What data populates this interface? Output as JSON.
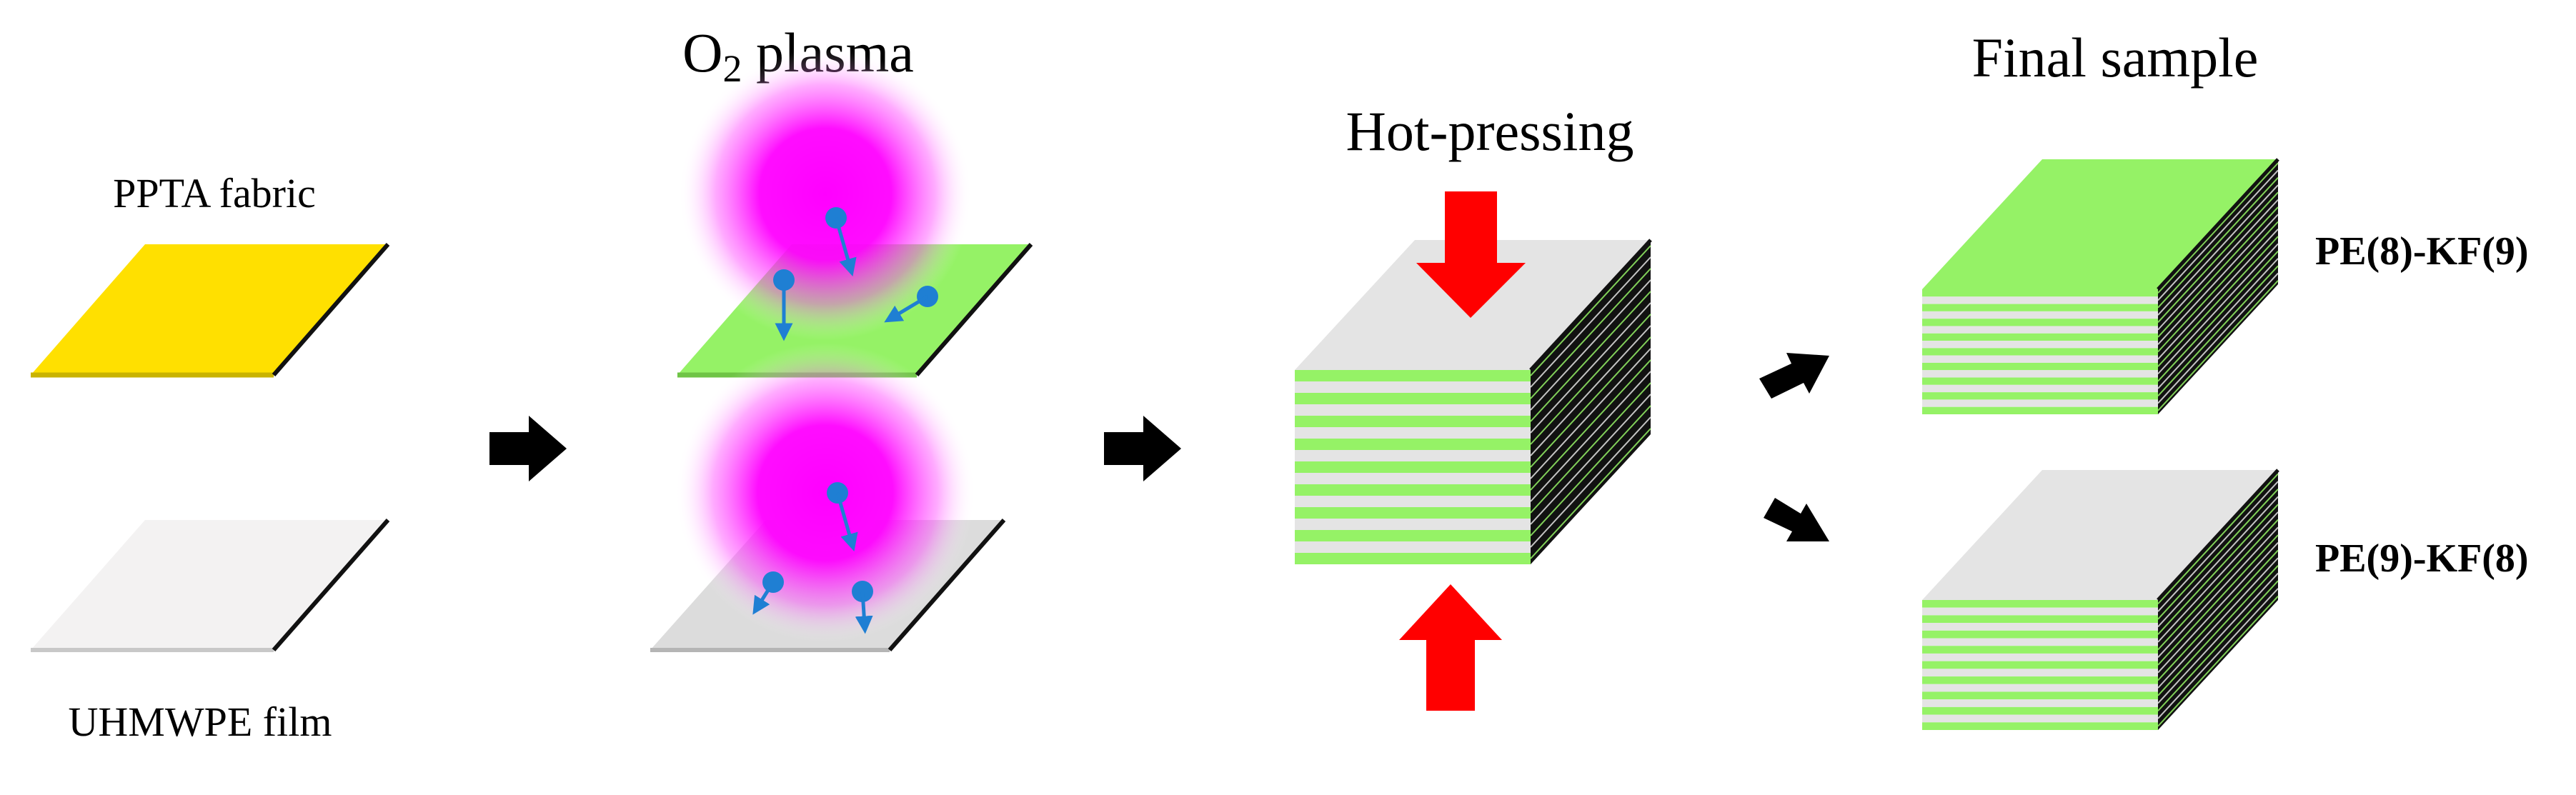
{
  "labels": {
    "fabric": "PPTA fabric",
    "film": "UHMWPE film",
    "plasma_prefix": "O",
    "plasma_subscript": "2",
    "plasma_suffix": " plasma",
    "hot_pressing": "Hot-pressing",
    "final_sample": "Final sample",
    "sample_a": "PE(8)-KF(9)",
    "sample_b": "PE(9)-KF(8)"
  },
  "colors": {
    "fabric": "#ffe000",
    "film": "#f3f2f2",
    "treated_fabric": "#95f266",
    "treated_film": "#dcdcdc",
    "plasma_glow": "#ff00ff",
    "particle": "#1f7fd3",
    "press_arrow": "#ff0000",
    "process_arrow": "#000000",
    "stack_green": "#95f266",
    "stack_gray": "#e4e4e4",
    "edge": "#111111"
  },
  "icons": {
    "process_arrow": "right-arrow-icon",
    "press_arrow": "press-arrow-icon",
    "particle": "oxygen-particle-icon"
  }
}
